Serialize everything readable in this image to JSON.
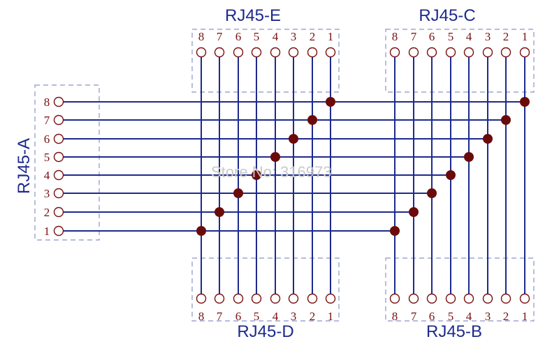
{
  "connectors": {
    "e": {
      "title": "RJ45-E",
      "pins": [
        "8",
        "7",
        "6",
        "5",
        "4",
        "3",
        "2",
        "1"
      ]
    },
    "c": {
      "title": "RJ45-C",
      "pins": [
        "8",
        "7",
        "6",
        "5",
        "4",
        "3",
        "2",
        "1"
      ]
    },
    "a": {
      "title": "RJ45-A",
      "pins": [
        "8",
        "7",
        "6",
        "5",
        "4",
        "3",
        "2",
        "1"
      ]
    },
    "d": {
      "title": "RJ45-D",
      "pins": [
        "8",
        "7",
        "6",
        "5",
        "4",
        "3",
        "2",
        "1"
      ]
    },
    "b": {
      "title": "RJ45-B",
      "pins": [
        "8",
        "7",
        "6",
        "5",
        "4",
        "3",
        "2",
        "1"
      ]
    }
  },
  "watermark": "Store No: 316973",
  "colors": {
    "wire": "#1d2a8c",
    "pin": "#7a1010",
    "junction": "#6b0a0a",
    "box": "#8a94c8",
    "title": "#1d2a8c"
  }
}
